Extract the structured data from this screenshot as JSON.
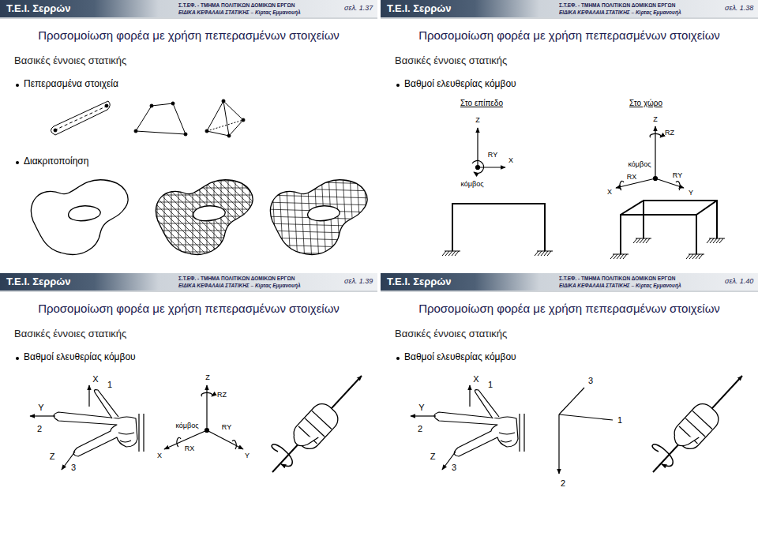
{
  "diagram": {
    "nodes": [
      {
        "text": [
          "T.E.I. Σερρών",
          "Σ.Τ.ΕΦ. - ΤΜΗΜΑ ΠΟΛΙΤΙΚΩΝ ΔΟΜΙΚΩΝ ΕΡΓΩΝ",
          "ΕΙΔΙΚΑ ΚΕΦΑΛΑΙΑ ΣΤΑΤΙΚΗΣ – Κίρτας Εμμανουήλ",
          "σελ. 1.37",
          "Προσομοίωση φορέα με χρήση πεπερασμένων στοιχείων",
          "Βασικές έννοιες στατικής",
          "Πεπερασμένα στοιχεία",
          "Διακριτοποίηση"
        ]
      },
      {
        "text": [
          "T.E.I. Σερρών",
          "Σ.Τ.ΕΦ. - ΤΜΗΜΑ ΠΟΛΙΤΙΚΩΝ ΔΟΜΙΚΩΝ ΕΡΓΩΝ",
          "ΕΙΔΙΚΑ ΚΕΦΑΛΑΙΑ ΣΤΑΤΙΚΗΣ – Κίρτας Εμμανουήλ",
          "σελ. 1.38",
          "Προσομοίωση φορέα με χρήση πεπερασμένων στοιχείων",
          "Βασικές έννοιες στατικής",
          "Βαθμοί ελευθερίας κόμβου"
        ]
      },
      {
        "text": [
          "T.E.I. Σερρών",
          "Σ.Τ.ΕΦ. - ΤΜΗΜΑ ΠΟΛΙΤΙΚΩΝ ΔΟΜΙΚΩΝ ΕΡΓΩΝ",
          "ΕΙΔΙΚΑ ΚΕΦΑΛΑΙΑ ΣΤΑΤΙΚΗΣ – Κίρτας Εμμανουήλ",
          "σελ. 1.39",
          "Προσομοίωση φορέα με χρήση πεπερασμένων στοιχείων",
          "Βασικές έννοιες στατικής",
          "Βαθμοί ελευθερίας κόμβου"
        ]
      },
      {
        "text": [
          "T.E.I. Σερρών",
          "Σ.Τ.ΕΦ. - ΤΜΗΜΑ ΠΟΛΙΤΙΚΩΝ ΔΟΜΙΚΩΝ ΕΡΓΩΝ",
          "ΕΙΔΙΚΑ ΚΕΦΑΛΑΙΑ ΣΤΑΤΙΚΗΣ – Κίρτας Εμμανουήλ",
          "σελ. 1.40",
          "Προσομοίωση φορέα με χρήση πεπερασμένων στοιχείων",
          "Βασικές έννοιες στατικής",
          "Βαθμοί ελευθερίας κόμβου"
        ]
      }
    ],
    "labels": [
      "Στο επίπεδο",
      "Στο χώρο",
      "Z",
      "RY",
      "X",
      "κόμβος",
      "Z",
      "RZ",
      "RY",
      "κόμβος",
      "X",
      "RX",
      "Y",
      "X",
      "1",
      "Y",
      "2",
      "Z",
      "3",
      "Z",
      "RZ",
      "RY",
      "κόμβος",
      "X",
      "RX",
      "Y",
      "X",
      "1",
      "Y",
      "2",
      "Z",
      "3",
      "3",
      "1",
      "2"
    ]
  }
}
